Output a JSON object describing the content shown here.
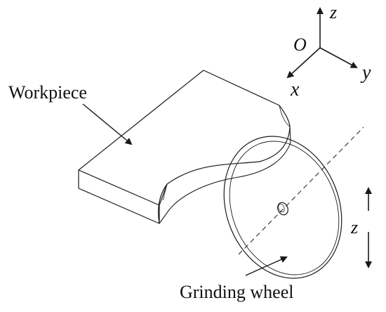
{
  "labels": {
    "workpiece": "Workpiece",
    "grinding_wheel": "Grinding wheel"
  },
  "axes": {
    "origin": "O",
    "x": "x",
    "y": "y",
    "z": "z"
  },
  "motion": {
    "axis": "z"
  },
  "colors": {
    "line": "#1a1a1a",
    "background": "#ffffff"
  }
}
